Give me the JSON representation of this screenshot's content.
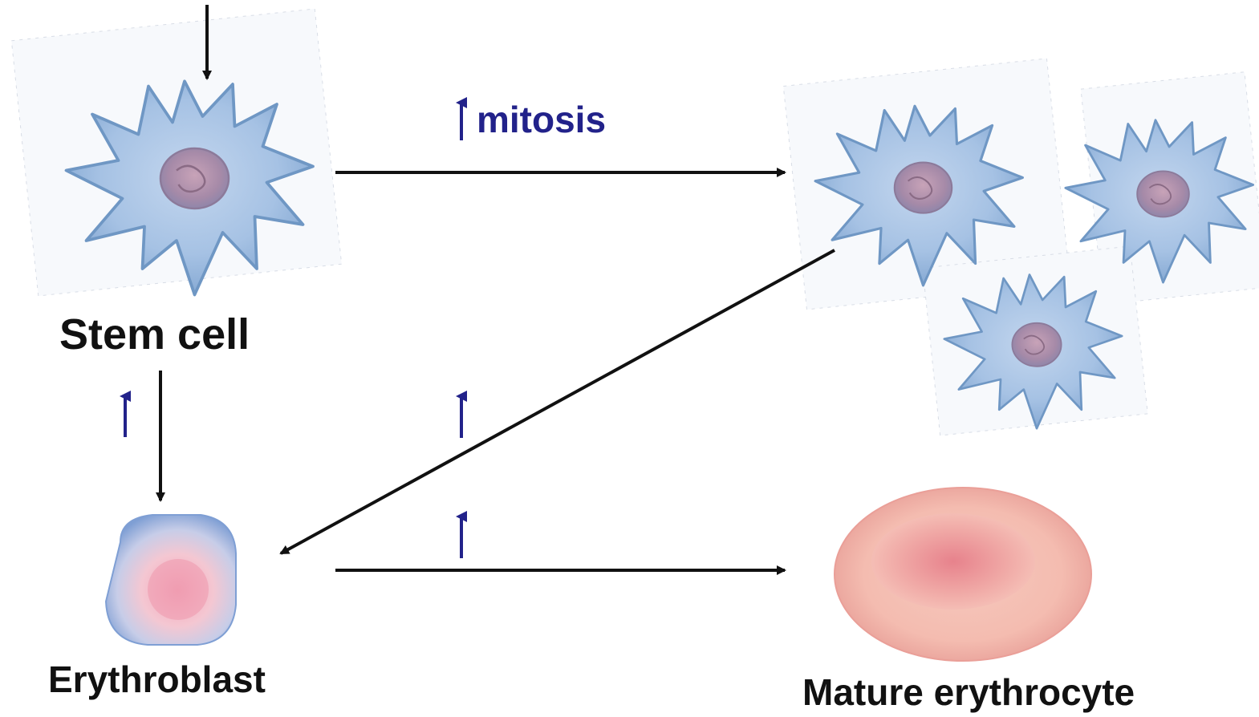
{
  "diagram": {
    "labels": {
      "stem_cell": "Stem cell",
      "erythroblast": "Erythroblast",
      "mature_erythrocyte": "Mature erythrocyte",
      "mitosis": "mitosis"
    },
    "colors": {
      "arrow": "#111111",
      "increase_arrow": "#22228a",
      "stem_cell_fill": "#9fbfe0",
      "stem_cell_edge": "#6f97c4",
      "nucleus": "#b88fa6",
      "erythroblast_edge": "#7f9fd4",
      "erythroblast_core": "#eb9fb2",
      "erythrocyte_fill": "#f3b9ae",
      "erythrocyte_center": "#e98d93"
    },
    "icons": [
      "up-arrow-icon",
      "down-arrow-icon",
      "right-arrow-icon"
    ]
  }
}
